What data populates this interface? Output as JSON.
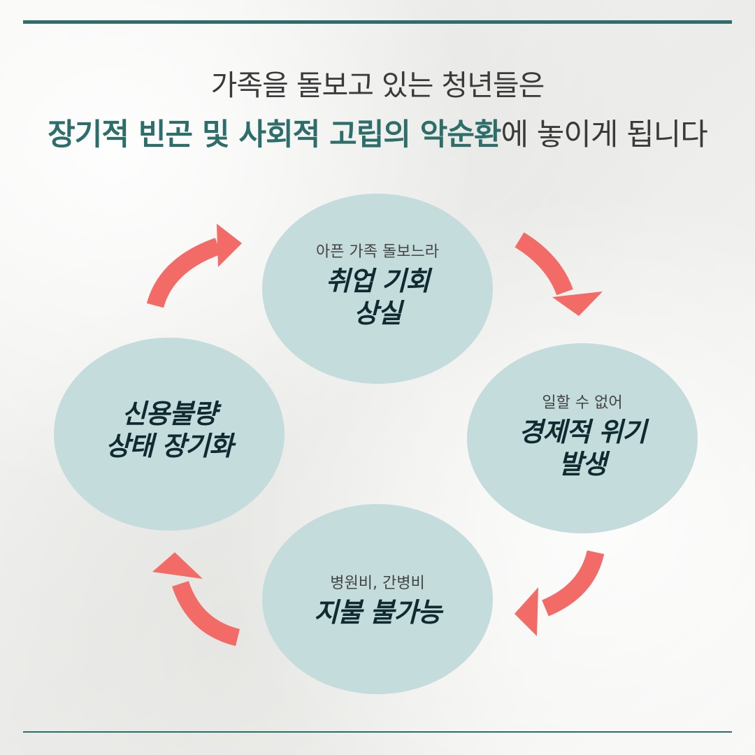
{
  "header": {
    "line1": "가족을 돌보고 있는 청년들은",
    "line2_highlight": "장기적 빈곤 및 사회적 고립의  악순환",
    "line2_rest": "에 놓이게 됩니다"
  },
  "cycle": [
    {
      "sub": "아픈 가족 돌보느라",
      "main_l1": "취업 기회",
      "main_l2": "상실"
    },
    {
      "sub": "일할 수 없어",
      "main_l1": "경제적 위기",
      "main_l2": "발생"
    },
    {
      "sub": "병원비, 간병비",
      "main_l1": "지불 불가능",
      "main_l2": ""
    },
    {
      "sub": "",
      "main_l1": "신용불량",
      "main_l2": "상태 장기화"
    }
  ],
  "colors": {
    "accent": "#2e6e6a",
    "circle_fill": "#c4dcdb",
    "arrow": "#f26b66",
    "text_dark": "#0f2a30"
  },
  "icons": [
    "arrow-top-right-icon",
    "arrow-bottom-right-icon",
    "arrow-bottom-left-icon",
    "arrow-top-left-icon"
  ]
}
